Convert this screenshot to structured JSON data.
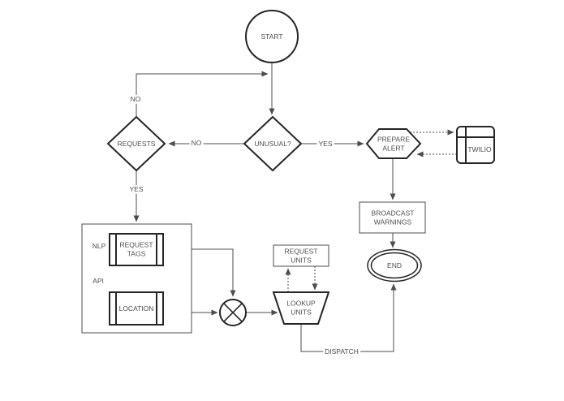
{
  "colors": {
    "background": "#ffffff",
    "shape_stroke": "#262626",
    "connector_stroke": "#4d4d4d",
    "text": "#4d4d4d",
    "shape_fill": "#ffffff"
  },
  "nodes": {
    "start": {
      "label": "START",
      "type": "circle-terminator"
    },
    "unusual": {
      "label": "UNUSUAL?",
      "type": "decision-diamond"
    },
    "requests": {
      "label": "REQUESTS",
      "type": "decision-diamond"
    },
    "prepare_alert": {
      "label": "PREPARE ALERT",
      "type": "hexagon"
    },
    "twilio": {
      "label": "TWILIO",
      "type": "internal-storage"
    },
    "broadcast_warnings": {
      "label": "BROADCAST WARNINGS",
      "type": "rectangle"
    },
    "end": {
      "label": "END",
      "type": "double-ellipse-terminator"
    },
    "group_left": {
      "type": "container",
      "rows": [
        {
          "caption": "NLP",
          "node": "request_tags"
        },
        {
          "caption": "API",
          "node": "location"
        }
      ]
    },
    "nlp": {
      "label": "NLP",
      "type": "caption"
    },
    "api": {
      "label": "API",
      "type": "caption"
    },
    "request_tags": {
      "label": "REQUEST TAGS",
      "type": "predefined-process"
    },
    "location": {
      "label": "LOCATION",
      "type": "predefined-process"
    },
    "request_units": {
      "label": "REQUEST UNITS",
      "type": "rectangle"
    },
    "lookup_units": {
      "label": "LOOKUP UNITS",
      "type": "trapezoid"
    },
    "xor_junction": {
      "label": "",
      "type": "circled-x-junction"
    }
  },
  "edge_labels": {
    "no_loop": "NO",
    "no_mid": "NO",
    "yes_right": "YES",
    "yes_down": "YES",
    "dispatch": "DISPATCH"
  },
  "edges": [
    {
      "from": "start",
      "to": "unusual",
      "style": "solid",
      "label": ""
    },
    {
      "from": "unusual",
      "to": "requests",
      "style": "solid",
      "label": "NO"
    },
    {
      "from": "unusual",
      "to": "prepare_alert",
      "style": "solid",
      "label": "YES"
    },
    {
      "from": "requests",
      "to": "unusual",
      "style": "solid",
      "label": "NO"
    },
    {
      "from": "requests",
      "to": "group_left",
      "style": "solid",
      "label": "YES"
    },
    {
      "from": "request_tags",
      "to": "xor_junction",
      "style": "solid",
      "label": ""
    },
    {
      "from": "location",
      "to": "xor_junction",
      "style": "solid",
      "label": ""
    },
    {
      "from": "xor_junction",
      "to": "lookup_units",
      "style": "solid",
      "label": ""
    },
    {
      "from": "lookup_units",
      "to": "request_units",
      "style": "dashed",
      "label": ""
    },
    {
      "from": "request_units",
      "to": "lookup_units",
      "style": "dashed",
      "label": ""
    },
    {
      "from": "lookup_units",
      "to": "end",
      "style": "solid",
      "label": "DISPATCH"
    },
    {
      "from": "prepare_alert",
      "to": "twilio",
      "style": "dashed",
      "label": ""
    },
    {
      "from": "twilio",
      "to": "prepare_alert",
      "style": "dashed",
      "label": ""
    },
    {
      "from": "prepare_alert",
      "to": "broadcast_warnings",
      "style": "solid",
      "label": ""
    },
    {
      "from": "broadcast_warnings",
      "to": "end",
      "style": "solid",
      "label": ""
    }
  ]
}
